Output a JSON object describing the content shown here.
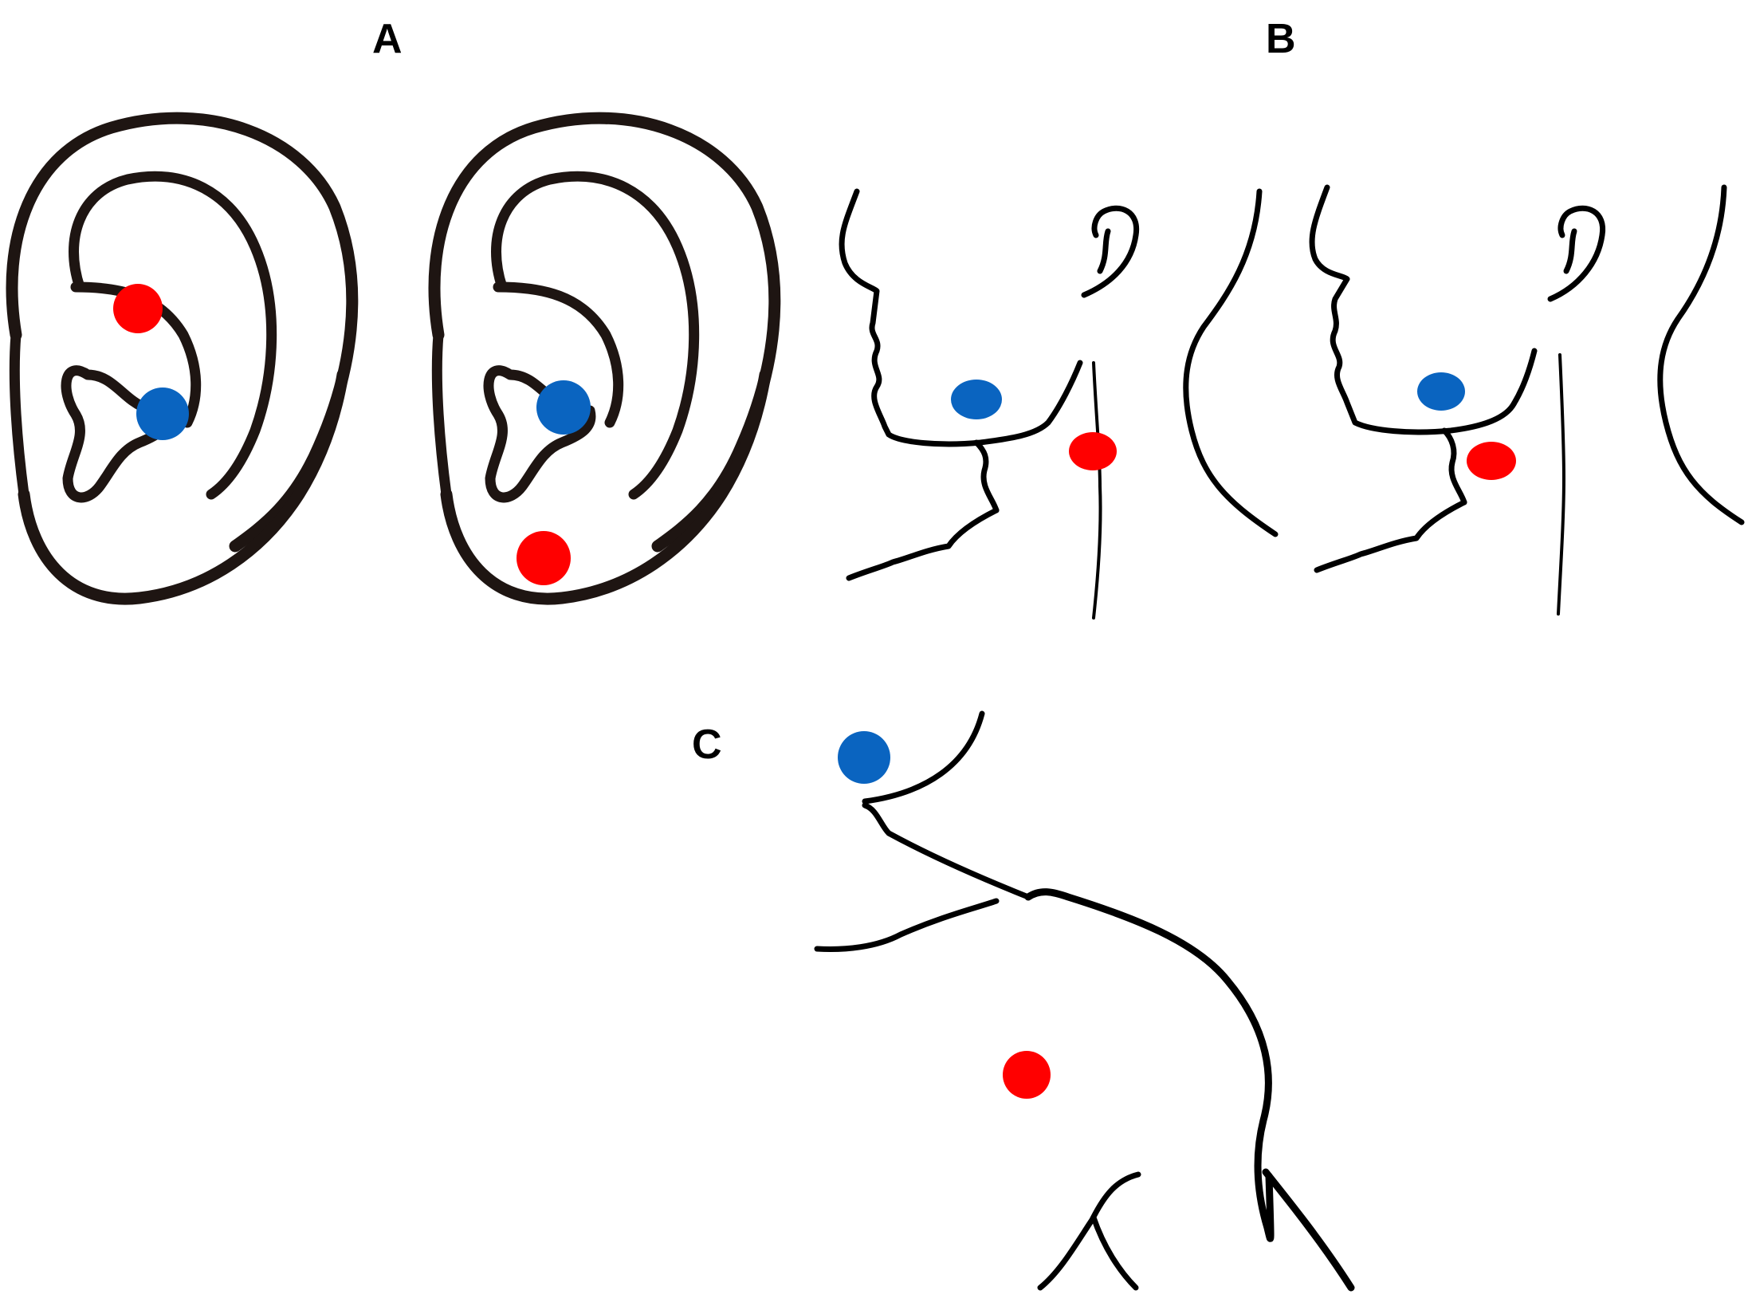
{
  "panels": {
    "a": {
      "label": "A"
    },
    "b": {
      "label": "B"
    },
    "c": {
      "label": "C"
    }
  },
  "colors": {
    "red_point": "#ff0000",
    "blue_point": "#0a64c0",
    "outline": "#000000",
    "ear_outline": "#1e1512"
  }
}
